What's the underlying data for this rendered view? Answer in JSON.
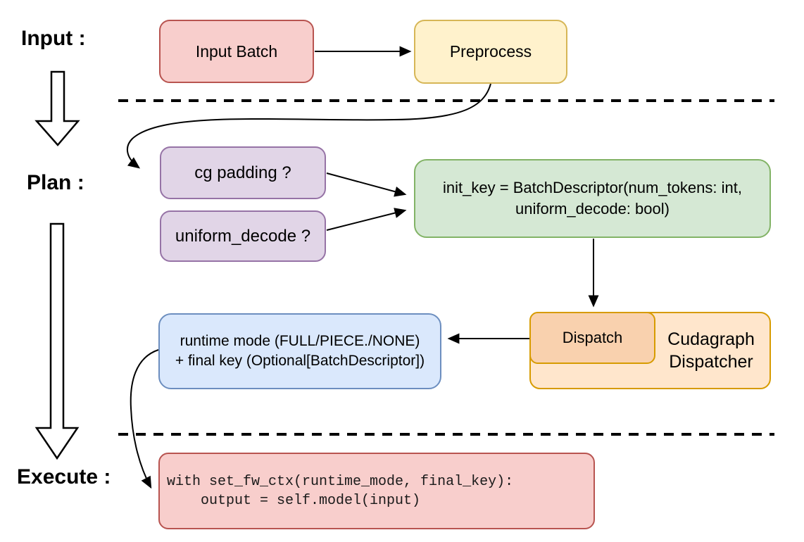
{
  "stage_labels": {
    "input": "Input :",
    "plan": "Plan :",
    "execute": "Execute :"
  },
  "nodes": {
    "input_batch": {
      "label": "Input Batch",
      "fill": "#f8cecc",
      "stroke": "#b85450"
    },
    "preprocess": {
      "label": "Preprocess",
      "fill": "#fff2cc",
      "stroke": "#d6b656"
    },
    "cg_padding": {
      "label": "cg padding ?",
      "fill": "#e1d5e7",
      "stroke": "#9673a6"
    },
    "uniform_decode": {
      "label": "uniform_decode ?",
      "fill": "#e1d5e7",
      "stroke": "#9673a6"
    },
    "init_key": {
      "line1": "init_key = BatchDescriptor(num_tokens: int,",
      "line2": "uniform_decode: bool)",
      "fill": "#d5e8d4",
      "stroke": "#82b366"
    },
    "runtime_mode": {
      "line1": "runtime mode (FULL/PIECE./NONE)",
      "line2": "+ final key (Optional[BatchDescriptor])",
      "fill": "#dae8fc",
      "stroke": "#6c8ebf"
    },
    "dispatch": {
      "label": "Dispatch",
      "fill": "#f9d1ae",
      "stroke": "#d79b00"
    },
    "cudagraph_dispatcher": {
      "line1": "Cudagraph",
      "line2": "Dispatcher",
      "fill": "#ffe6cc",
      "stroke": "#d79b00"
    },
    "execute_code": {
      "line1": "with set_fw_ctx(runtime_mode, final_key):",
      "line2": "    output = self.model(input)",
      "fill": "#f8cecc",
      "stroke": "#b85450"
    }
  },
  "edges": [
    {
      "from": "input_batch",
      "to": "preprocess",
      "style": "straight"
    },
    {
      "from": "preprocess",
      "to": "cg_padding",
      "style": "curved"
    },
    {
      "from": "cg_padding",
      "to": "init_key",
      "style": "straight"
    },
    {
      "from": "uniform_decode",
      "to": "init_key",
      "style": "straight"
    },
    {
      "from": "init_key",
      "to": "dispatch",
      "style": "straight"
    },
    {
      "from": "dispatch",
      "to": "runtime_mode",
      "style": "straight"
    },
    {
      "from": "runtime_mode",
      "to": "execute_code",
      "style": "curved"
    }
  ]
}
